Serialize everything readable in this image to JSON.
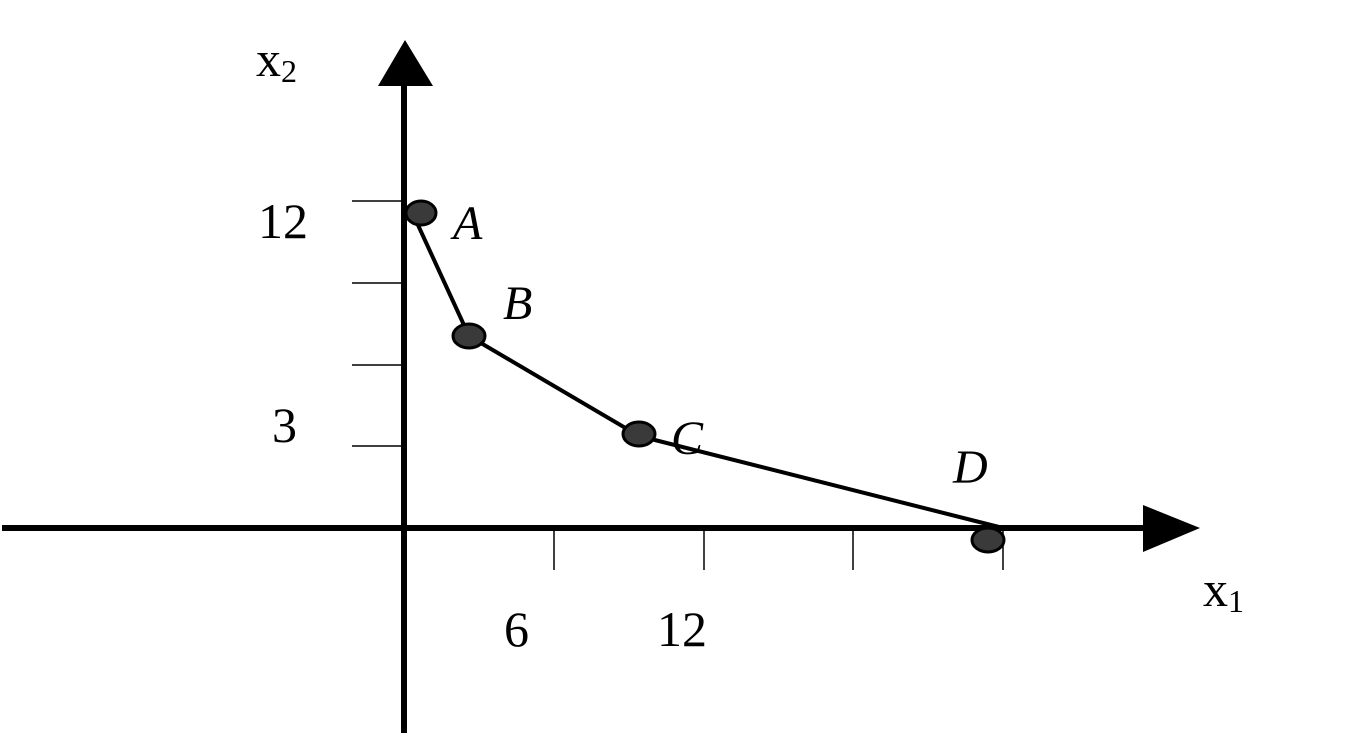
{
  "axes": {
    "x": {
      "name": "x",
      "subscript": "1"
    },
    "y": {
      "name": "x",
      "subscript": "2"
    }
  },
  "tick_labels": {
    "x": [
      "6",
      "12"
    ],
    "y": [
      "12",
      "3"
    ]
  },
  "points": [
    {
      "label": "A",
      "x": 0.5,
      "y": 11.5
    },
    {
      "label": "B",
      "x": 2.5,
      "y": 7
    },
    {
      "label": "C",
      "x": 9.5,
      "y": 3.3
    },
    {
      "label": "D",
      "x": 23.5,
      "y": -0.4
    }
  ],
  "colors": {
    "line": "#000000",
    "point_fill": "#3a3a3a"
  }
}
